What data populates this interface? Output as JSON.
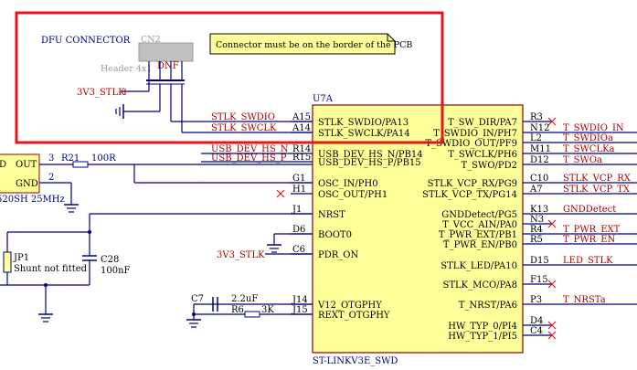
{
  "colors": {
    "wire": "#000080",
    "highlight": "#e8141b",
    "chip_fill": "#ffff99",
    "chip_border": "#8b0000",
    "net_label": "#aa0000",
    "no_connect": "#e8141b",
    "note_fill": "#ffff99"
  },
  "dfu_connector": {
    "section_label": "DFU CONNECTOR",
    "ref": "CN2",
    "value": "Header 4x1",
    "dnf": "DNF",
    "note": "Connector must be on the border of the PCB",
    "power_net": "3V3_STLK"
  },
  "chip": {
    "ref": "U7A",
    "part": "ST-LINKV3E_SWD",
    "left_pins": [
      {
        "num": "A15",
        "name": "STLK_SWDIO/PA13",
        "net": "STLK_SWDIO"
      },
      {
        "num": "A14",
        "name": "STLK_SWCLK/PA14",
        "net": "STLK_SWCLK"
      },
      {
        "num": "R14",
        "name": "USB_DEV_HS_N/PB14",
        "net": "USB_DEV_HS_N"
      },
      {
        "num": "R15",
        "name": "USB_DEV_HS_P/PB15",
        "net": "USB_DEV_HS_P"
      },
      {
        "num": "G1",
        "name": "OSC_IN/PH0",
        "net": ""
      },
      {
        "num": "H1",
        "name": "OSC_OUT/PH1",
        "net": ""
      },
      {
        "num": "J1",
        "name": "NRST",
        "net": ""
      },
      {
        "num": "D6",
        "name": "BOOT0",
        "net": ""
      },
      {
        "num": "C6",
        "name": "PDR_ON",
        "net": "3V3_STLK"
      },
      {
        "num": "J14",
        "name": "V12_OTGPHY",
        "net": ""
      },
      {
        "num": "J15",
        "name": "REXT_OTGPHY",
        "net": ""
      }
    ],
    "right_pins": [
      {
        "num": "R3",
        "name": "T_SW_DIR/PA7",
        "net": ""
      },
      {
        "num": "N12",
        "name": "T_SWDIO_IN/PH7",
        "net": "T_SWDIO_IN"
      },
      {
        "num": "L2",
        "name": "T_SWDIO_OUT/PF9",
        "net": "T_SWDIOa"
      },
      {
        "num": "M11",
        "name": "T_SWCLK/PH6",
        "net": "T_SWCLKa"
      },
      {
        "num": "D12",
        "name": "T_SWO/PD2",
        "net": "T_SWOa"
      },
      {
        "num": "C10",
        "name": "STLK_VCP_RX/PG9",
        "net": "STLK_VCP_RX"
      },
      {
        "num": "A7",
        "name": "STLK_VCP_TX/PG14",
        "net": "STLK_VCP_TX"
      },
      {
        "num": "K13",
        "name": "GNDDetect/PG5",
        "net": "GNDDetect"
      },
      {
        "num": "N3",
        "name": "T_VCC_AIN/PA0",
        "net": ""
      },
      {
        "num": "R4",
        "name": "T_PWR_EXT/PB1",
        "net": "T_PWR_EXT"
      },
      {
        "num": "R5",
        "name": "T_PWR_EN/PB0",
        "net": "T_PWR_EN"
      },
      {
        "num": "D15",
        "name": "STLK_LED/PA10",
        "net": "LED_STLK"
      },
      {
        "num": "F15",
        "name": "STLK_MCO/PA8",
        "net": ""
      },
      {
        "num": "P3",
        "name": "T_NRST/PA6",
        "net": "T_NRSTa"
      },
      {
        "num": "D4",
        "name": "HW_TYP_0/PI4",
        "net": ""
      },
      {
        "num": "C4",
        "name": "HW_TYP_1/PI5",
        "net": ""
      }
    ]
  },
  "oscillator": {
    "out_label": "OUT",
    "gnd_label": "GND",
    "part_label": "520SH 25MHz",
    "partial_label": "D",
    "pin_out": "3",
    "pin_gnd": "2"
  },
  "components": {
    "r21": {
      "ref": "R21",
      "value": "100R"
    },
    "jp1": {
      "ref": "JP1",
      "value": "Shunt not fitted"
    },
    "c28": {
      "ref": "C28",
      "value": "100nF"
    },
    "c7": {
      "ref": "C7",
      "value": "2.2uF"
    },
    "r6": {
      "ref": "R6",
      "value": "3K"
    }
  }
}
